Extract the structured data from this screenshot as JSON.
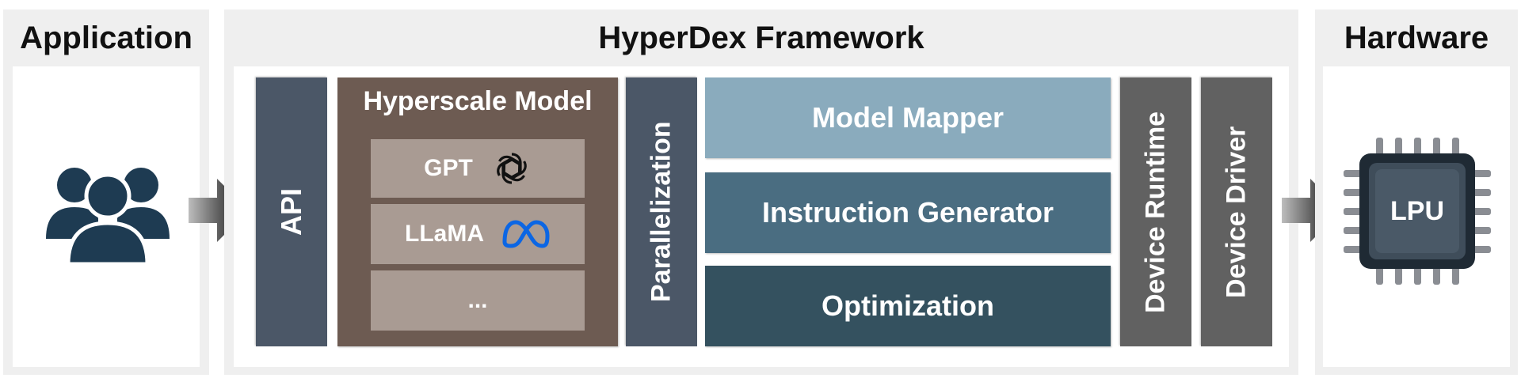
{
  "sections": {
    "application": "Application",
    "framework": "HyperDex Framework",
    "hardware": "Hardware"
  },
  "api": {
    "label": "API"
  },
  "hyperscale_model": {
    "title": "Hyperscale Model",
    "models": [
      {
        "label": "GPT",
        "icon": "openai-logo-icon"
      },
      {
        "label": "LLaMA",
        "icon": "meta-logo-icon"
      },
      {
        "label": "...",
        "icon": ""
      }
    ]
  },
  "parallelization": {
    "label": "Parallelization"
  },
  "pipeline": {
    "model_mapper": "Model Mapper",
    "instruction_generator": "Instruction Generator",
    "optimization": "Optimization"
  },
  "device_runtime": {
    "label": "Device Runtime"
  },
  "device_driver": {
    "label": "Device Driver"
  },
  "chip": {
    "label": "LPU"
  },
  "colors": {
    "panel": "#efefef",
    "api": "#4b5767",
    "hyperscale": "#6d5b52",
    "model_box": "#a99b93",
    "model_mapper": "#8aabbd",
    "instruction_generator": "#4a6d81",
    "optimization": "#34515f",
    "device": "#616161",
    "users_icon": "#1e3b52",
    "arrow": "#333333"
  }
}
